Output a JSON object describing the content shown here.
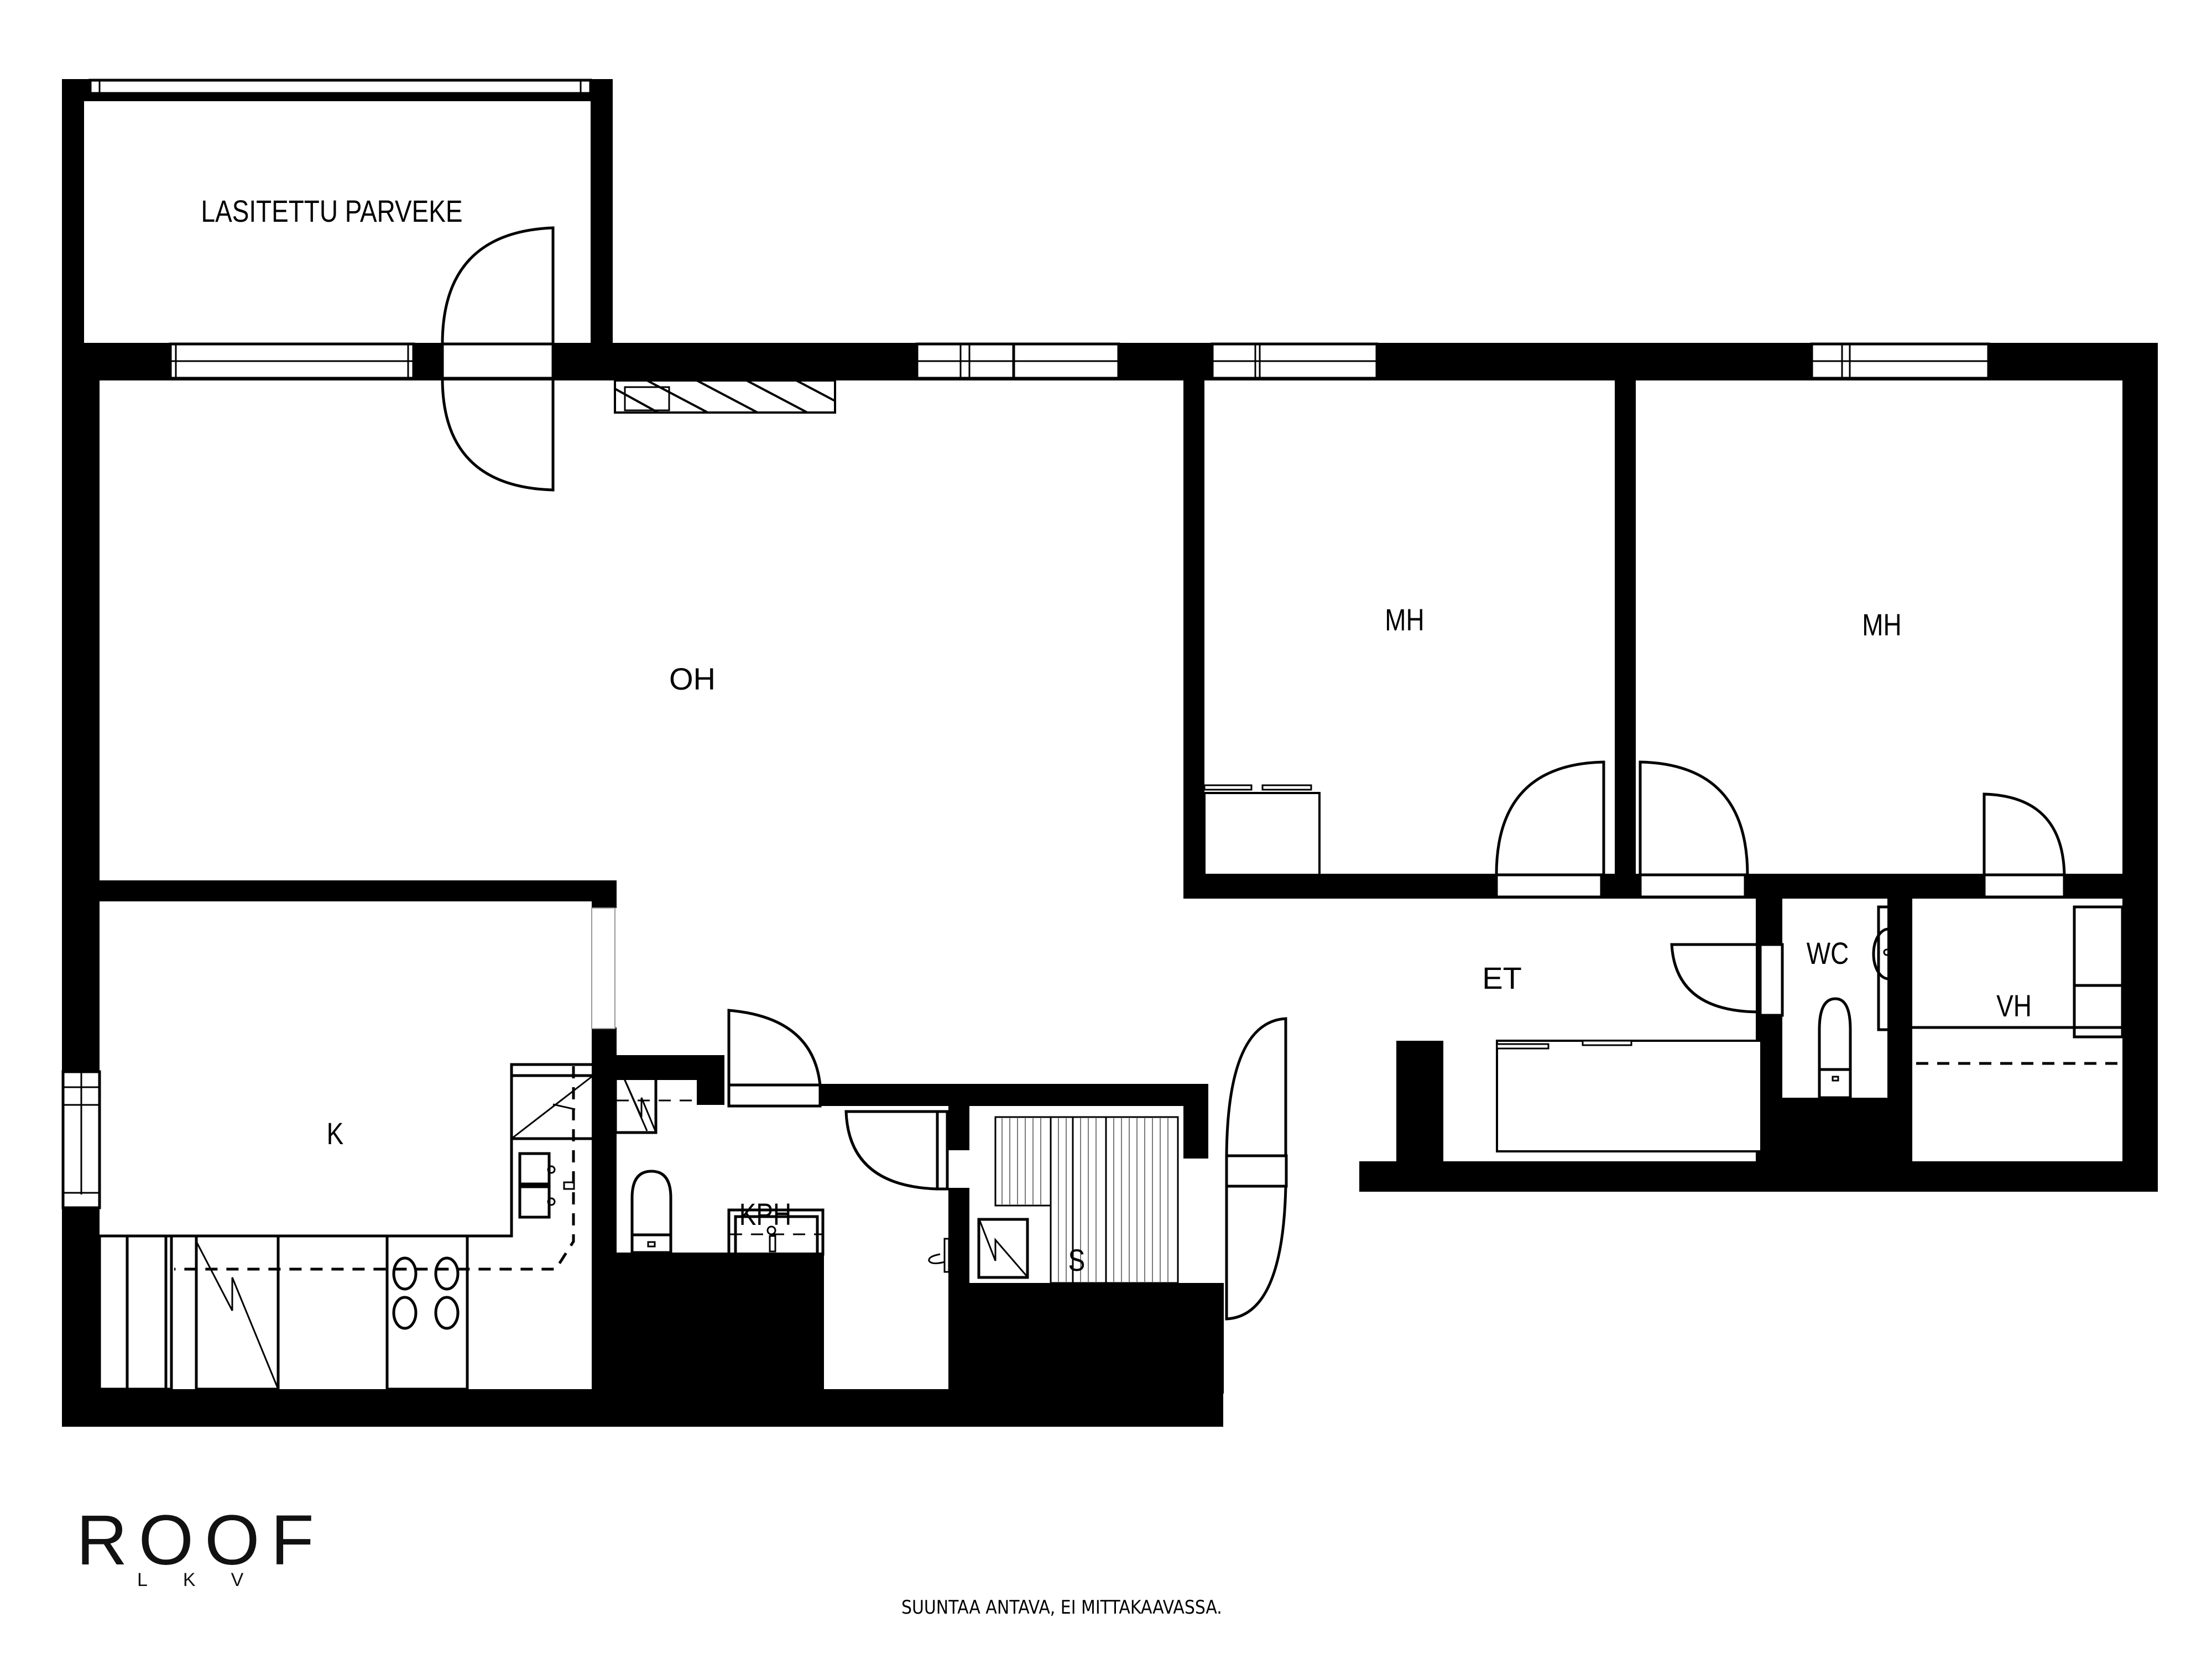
{
  "floor_plan": {
    "rooms": [
      {
        "id": "balcony",
        "label": "LASITETTU PARVEKE",
        "meaning": "glazed balcony"
      },
      {
        "id": "living",
        "label": "OH",
        "meaning": "living room"
      },
      {
        "id": "bedroom1",
        "label": "MH",
        "meaning": "bedroom"
      },
      {
        "id": "bedroom2",
        "label": "MH",
        "meaning": "bedroom"
      },
      {
        "id": "kitchen",
        "label": "K",
        "meaning": "kitchen"
      },
      {
        "id": "bathroom",
        "label": "KPH",
        "meaning": "bathroom"
      },
      {
        "id": "sauna",
        "label": "S",
        "meaning": "sauna"
      },
      {
        "id": "hall",
        "label": "ET",
        "meaning": "entrance hall"
      },
      {
        "id": "toilet",
        "label": "WC",
        "meaning": "toilet"
      },
      {
        "id": "wardrobe",
        "label": "VH",
        "meaning": "walk-in closet"
      }
    ],
    "icons": {
      "door_swing": "door-swing-icon",
      "window": "window-icon",
      "stove": "stove-icon",
      "sink": "sink-icon",
      "toilet": "toilet-icon",
      "fridge": "appliance-icon",
      "sauna_bench": "sauna-bench-icon",
      "sauna_heater": "sauna-heater-icon",
      "shower": "shower-icon"
    },
    "colors": {
      "wall": "#000000",
      "background": "#ffffff",
      "line": "#000000"
    }
  },
  "footer": {
    "brand": "ROOF",
    "brand_sub": "LKV",
    "disclaimer": "SUUNTAA ANTAVA, EI MITTAKAAVASSA."
  }
}
